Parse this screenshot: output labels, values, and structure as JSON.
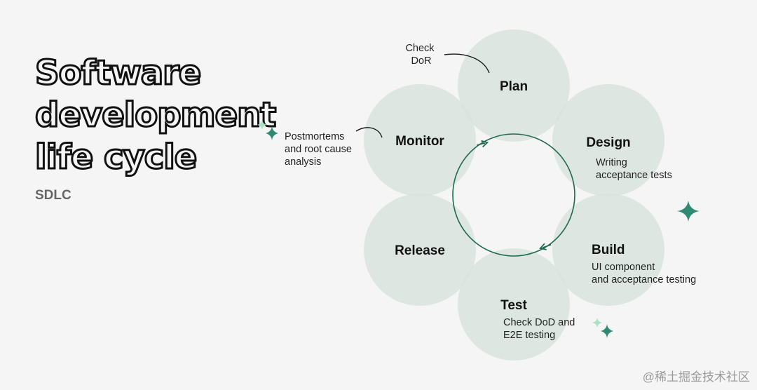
{
  "title": {
    "lines": [
      "Software",
      "development",
      "life cycle"
    ]
  },
  "subtitle": "SDLC",
  "stages": {
    "plan": {
      "label": "Plan"
    },
    "design": {
      "label": "Design",
      "note": [
        "Writing",
        "acceptance tests"
      ]
    },
    "build": {
      "label": "Build",
      "note": [
        "UI component",
        "and acceptance testing"
      ]
    },
    "test": {
      "label": "Test",
      "note": [
        "Check DoD and",
        "E2E testing"
      ]
    },
    "release": {
      "label": "Release"
    },
    "monitor": {
      "label": "Monitor"
    }
  },
  "annotations": {
    "check_dor": [
      "Check",
      "DoR"
    ],
    "postmortems": [
      "Postmortems",
      "and root cause",
      "analysis"
    ]
  },
  "colors": {
    "circle_fill": "#d9e3de",
    "cycle_stroke": "#1e6b4e",
    "sparkle_dark": "#2f8a73",
    "sparkle_light": "#a9e3c4"
  },
  "watermark": "@稀土掘金技术社区"
}
